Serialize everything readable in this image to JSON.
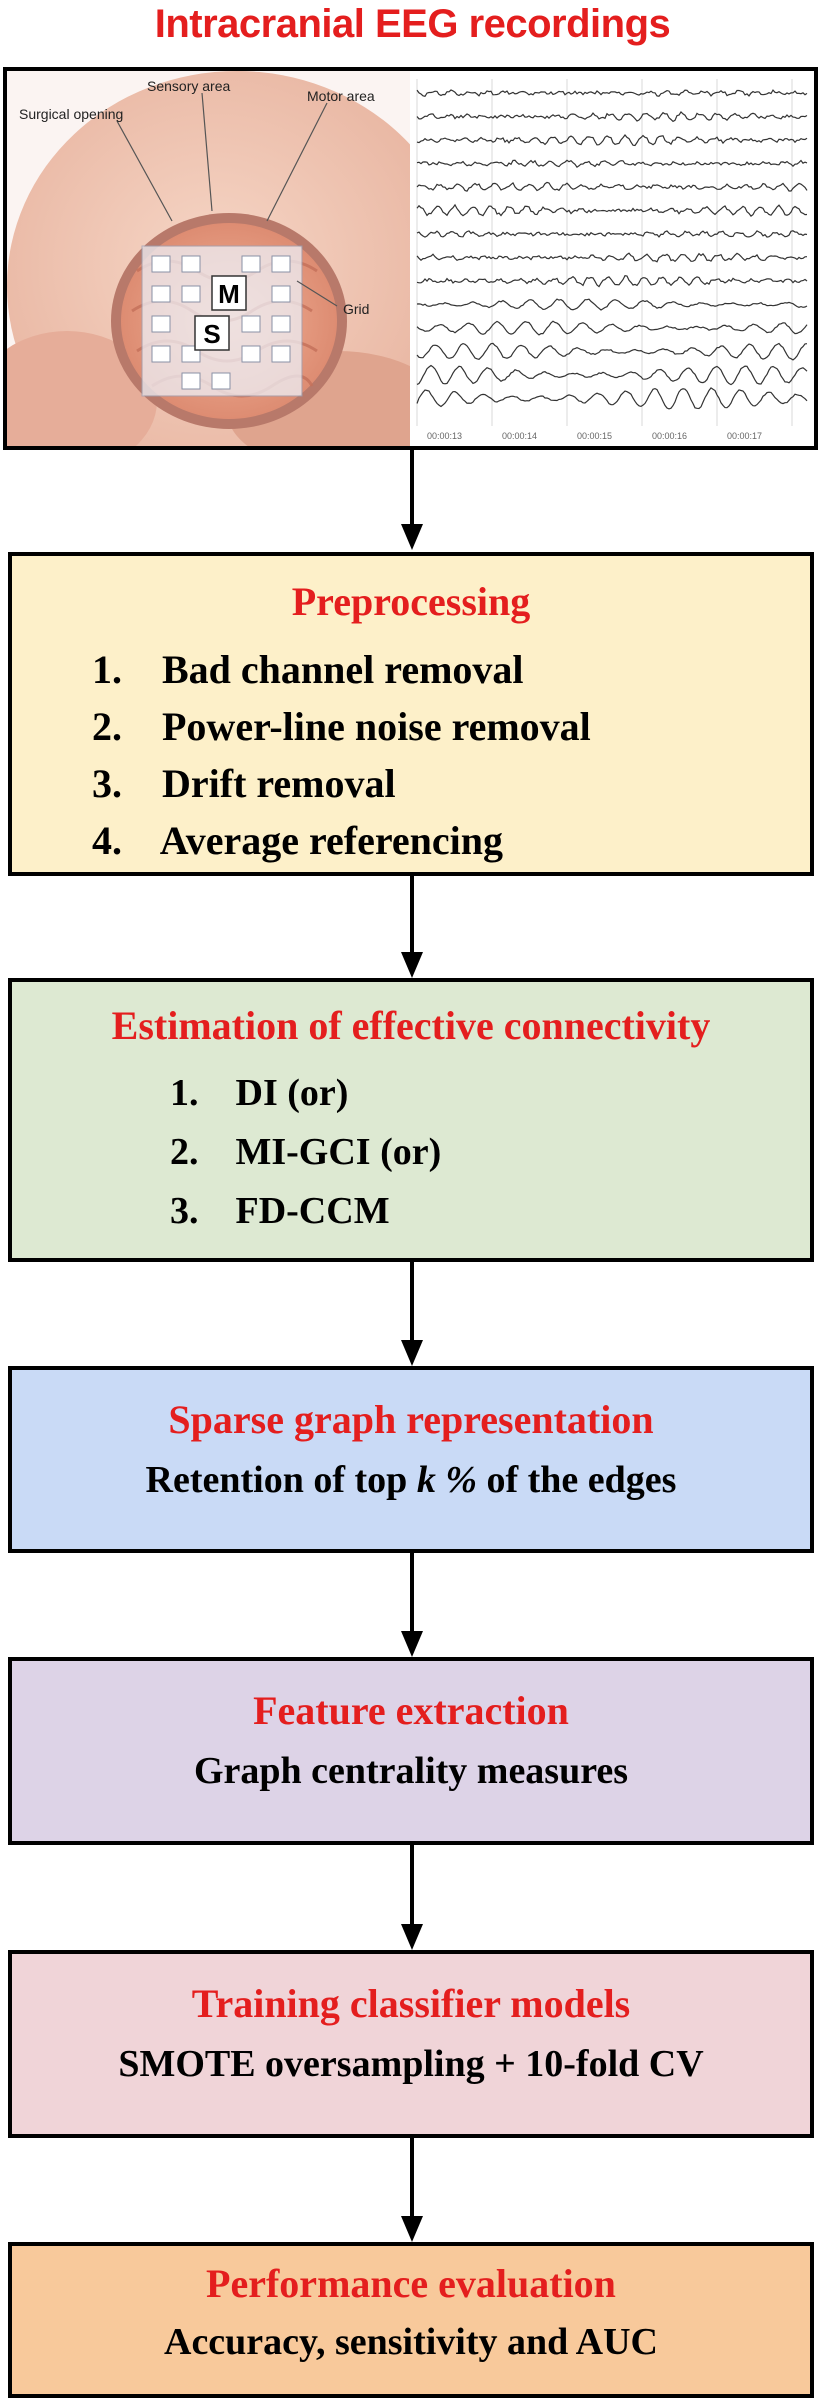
{
  "title": "Intracranial EEG recordings",
  "figure": {
    "labels": {
      "surgical_opening": "Surgical opening",
      "sensory_area": "Sensory area",
      "motor_area": "Motor area",
      "grid": "Grid",
      "motor_marker": "M",
      "sensory_marker": "S"
    },
    "time_ticks": [
      "00:00:13",
      "00:00:14",
      "00:00:15",
      "00:00:16",
      "00:00:17"
    ]
  },
  "boxes": [
    {
      "id": "preprocessing",
      "title": "Preprocessing",
      "steps": [
        {
          "num": "1.",
          "text": "Bad channel removal"
        },
        {
          "num": "2.",
          "text": "Power-line noise removal"
        },
        {
          "num": "3.",
          "text": "Drift removal"
        },
        {
          "num": "4.",
          "text": "Average referencing"
        }
      ]
    },
    {
      "id": "connectivity",
      "title": "Estimation of effective connectivity",
      "steps": [
        {
          "num": "1.",
          "text": "DI (or)"
        },
        {
          "num": "2.",
          "text": "MI-GCI (or)"
        },
        {
          "num": "3.",
          "text": "FD-CCM"
        }
      ]
    },
    {
      "id": "sparse-graph",
      "title": "Sparse graph representation",
      "subtitle_pre": "Retention of top ",
      "subtitle_k": "k %",
      "subtitle_post": " of the edges"
    },
    {
      "id": "feature-extraction",
      "title": "Feature extraction",
      "subtitle": "Graph centrality measures"
    },
    {
      "id": "training",
      "title": "Training classifier models",
      "subtitle": "SMOTE oversampling + 10-fold CV"
    },
    {
      "id": "evaluation",
      "title": "Performance evaluation",
      "subtitle": "Accuracy, sensitivity and AUC"
    }
  ],
  "colors": {
    "title_red": "#e41e1e",
    "preprocessing_bg": "#fdf0c9",
    "connectivity_bg": "#dde9d2",
    "sparse_bg": "#c9daf6",
    "feature_bg": "#ddd3e7",
    "training_bg": "#f0d4d8",
    "evaluation_bg": "#f8c99b"
  }
}
